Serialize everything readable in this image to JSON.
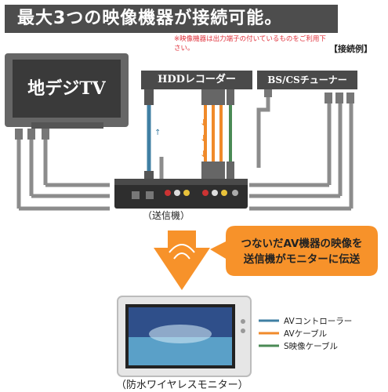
{
  "title": "最大3つの映像機器が接続可能。",
  "note": "※映像機器は出力端子の付いているものをご利用下さい。",
  "example_label": "【接続例】",
  "devices": {
    "tv": "地デジTV",
    "hdd": "HDDレコーダー",
    "bscs": "BS/CSチューナー"
  },
  "sender_label": "（送信機）",
  "callout": {
    "line1": "つないだAV機器の映像を",
    "line2": "送信機がモニターに伝送"
  },
  "monitor_label": "（防水ワイヤレスモニター）",
  "legend": [
    {
      "label": "AVコントローラー",
      "color": "#3f7fa3"
    },
    {
      "label": "AVケーブル",
      "color": "#f08a2a"
    },
    {
      "label": "S映像ケーブル",
      "color": "#4a8a55"
    }
  ],
  "colors": {
    "title_bg": "#4d4d4d",
    "device_bg": "#4a4a4a",
    "callout_orange": "#f7922a",
    "cable_gray": "#8c8c8c"
  }
}
